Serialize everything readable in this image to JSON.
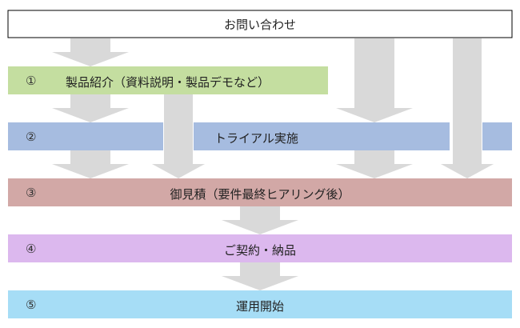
{
  "flow": {
    "header": "お問い合わせ",
    "steps": [
      {
        "num": "①",
        "label": "製品紹介（資料説明・製品デモなど）",
        "color": "#c4dea0"
      },
      {
        "num": "②",
        "label": "トライアル実施",
        "color": "#a6bce0"
      },
      {
        "num": "③",
        "label": "御見積（要件最終ヒアリング後）",
        "color": "#d2a8a6"
      },
      {
        "num": "④",
        "label": "ご契約・納品",
        "color": "#dcb8ee"
      },
      {
        "num": "⑤",
        "label": "運用開始",
        "color": "#a6ddf6"
      }
    ],
    "arrow_color": "#d9d9d9",
    "header_border": "#000000"
  }
}
